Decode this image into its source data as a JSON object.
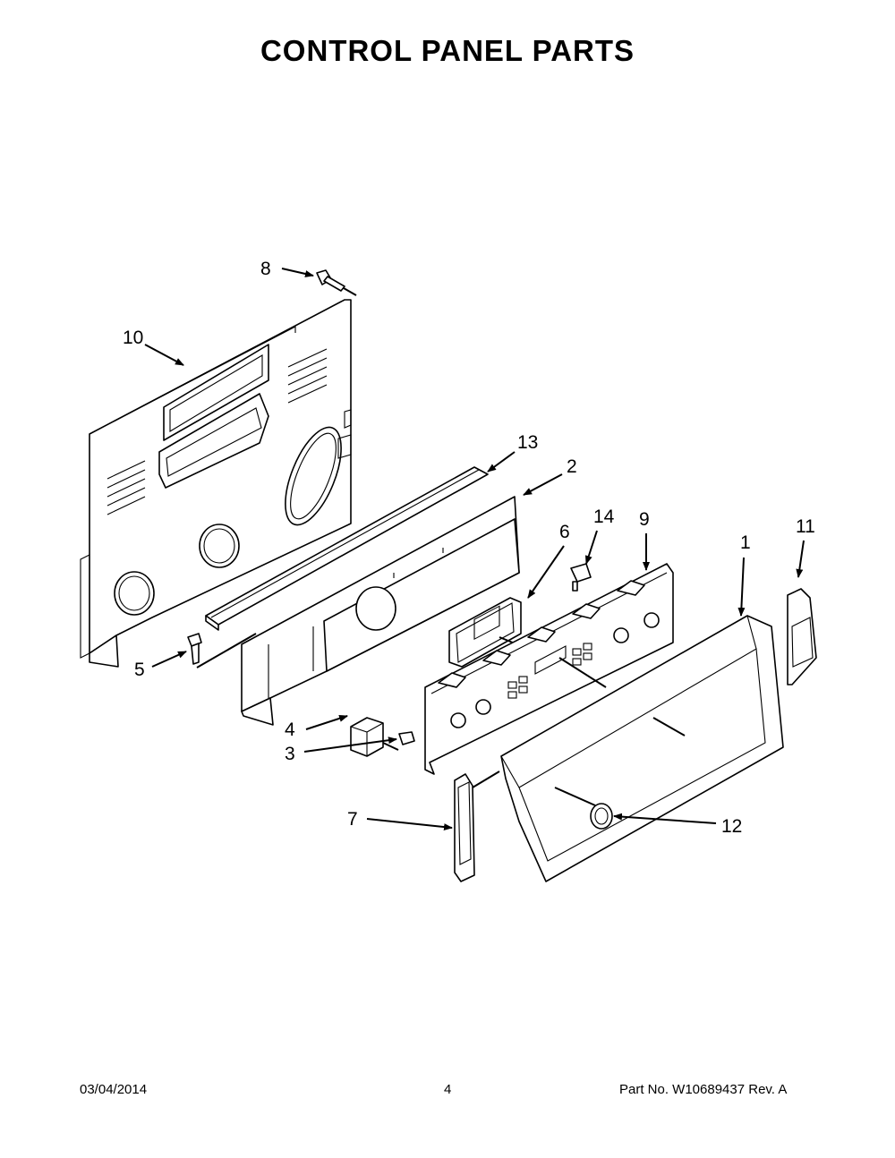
{
  "title": "CONTROL PANEL PARTS",
  "footer": {
    "date": "03/04/2014",
    "page": "4",
    "part_number": "Part No.  W10689437  Rev.  A"
  },
  "callouts": [
    "1",
    "2",
    "3",
    "4",
    "5",
    "6",
    "7",
    "8",
    "9",
    "10",
    "11",
    "12",
    "13",
    "14"
  ]
}
